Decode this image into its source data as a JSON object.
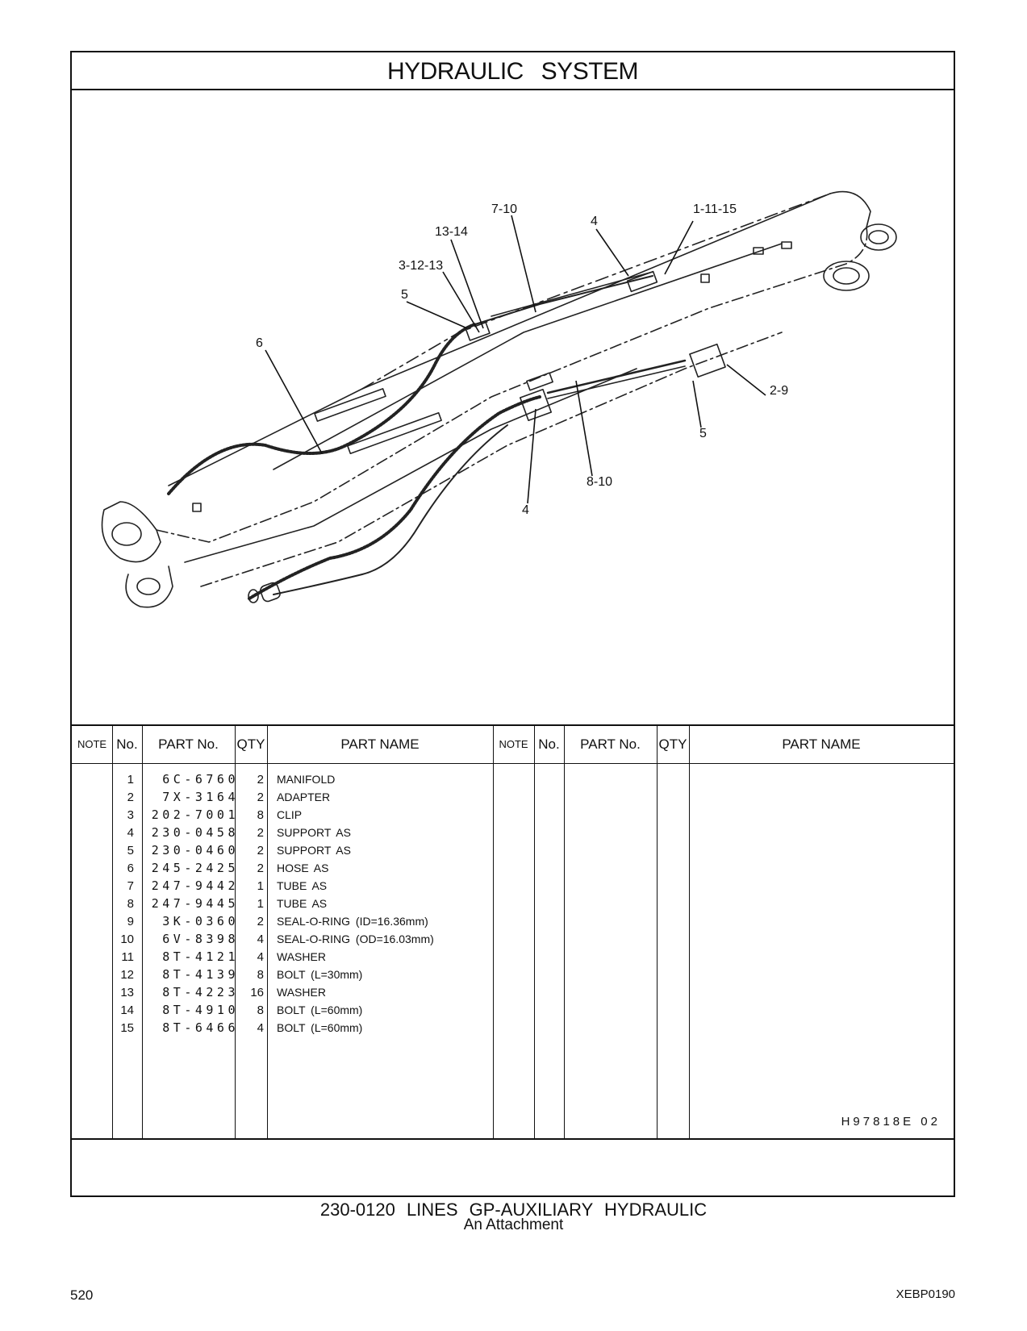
{
  "page": {
    "title": "HYDRAULIC  SYSTEM",
    "caption": "230-0120  LINES  GP-AUXILIARY  HYDRAULIC",
    "subcaption": "An Attachment",
    "page_number": "520",
    "doc_code": "XEBP0190",
    "figure_ref": "H97818E  02"
  },
  "figure": {
    "callouts": [
      "7-10",
      "4",
      "1-11-15",
      "13-14",
      "3-12-13",
      "5",
      "6",
      "2-9",
      "5",
      "8-10",
      "4"
    ]
  },
  "table": {
    "headers": {
      "note": "NOTE",
      "no": "No.",
      "part_no": "PART No.",
      "qty": "QTY",
      "part_name": "PART NAME"
    },
    "rows": [
      {
        "no": "1",
        "part_no": "6C-6760",
        "qty": "2",
        "name": "MANIFOLD"
      },
      {
        "no": "2",
        "part_no": "7X-3164",
        "qty": "2",
        "name": "ADAPTER"
      },
      {
        "no": "3",
        "part_no": "202-7001",
        "qty": "8",
        "name": "CLIP"
      },
      {
        "no": "4",
        "part_no": "230-0458",
        "qty": "2",
        "name": "SUPPORT  AS"
      },
      {
        "no": "5",
        "part_no": "230-0460",
        "qty": "2",
        "name": "SUPPORT  AS"
      },
      {
        "no": "6",
        "part_no": "245-2425",
        "qty": "2",
        "name": "HOSE  AS"
      },
      {
        "no": "7",
        "part_no": "247-9442",
        "qty": "1",
        "name": "TUBE  AS"
      },
      {
        "no": "8",
        "part_no": "247-9445",
        "qty": "1",
        "name": "TUBE  AS"
      },
      {
        "no": "9",
        "part_no": "3K-0360",
        "qty": "2",
        "name": "SEAL-O-RING (ID=16.36mm)"
      },
      {
        "no": "10",
        "part_no": "6V-8398",
        "qty": "4",
        "name": "SEAL-O-RING (OD=16.03mm)"
      },
      {
        "no": "11",
        "part_no": "8T-4121",
        "qty": "4",
        "name": "WASHER"
      },
      {
        "no": "12",
        "part_no": "8T-4139",
        "qty": "8",
        "name": "BOLT (L=30mm)"
      },
      {
        "no": "13",
        "part_no": "8T-4223",
        "qty": "16",
        "name": "WASHER"
      },
      {
        "no": "14",
        "part_no": "8T-4910",
        "qty": "8",
        "name": "BOLT (L=60mm)"
      },
      {
        "no": "15",
        "part_no": "8T-6466",
        "qty": "4",
        "name": "BOLT (L=60mm)"
      }
    ]
  }
}
